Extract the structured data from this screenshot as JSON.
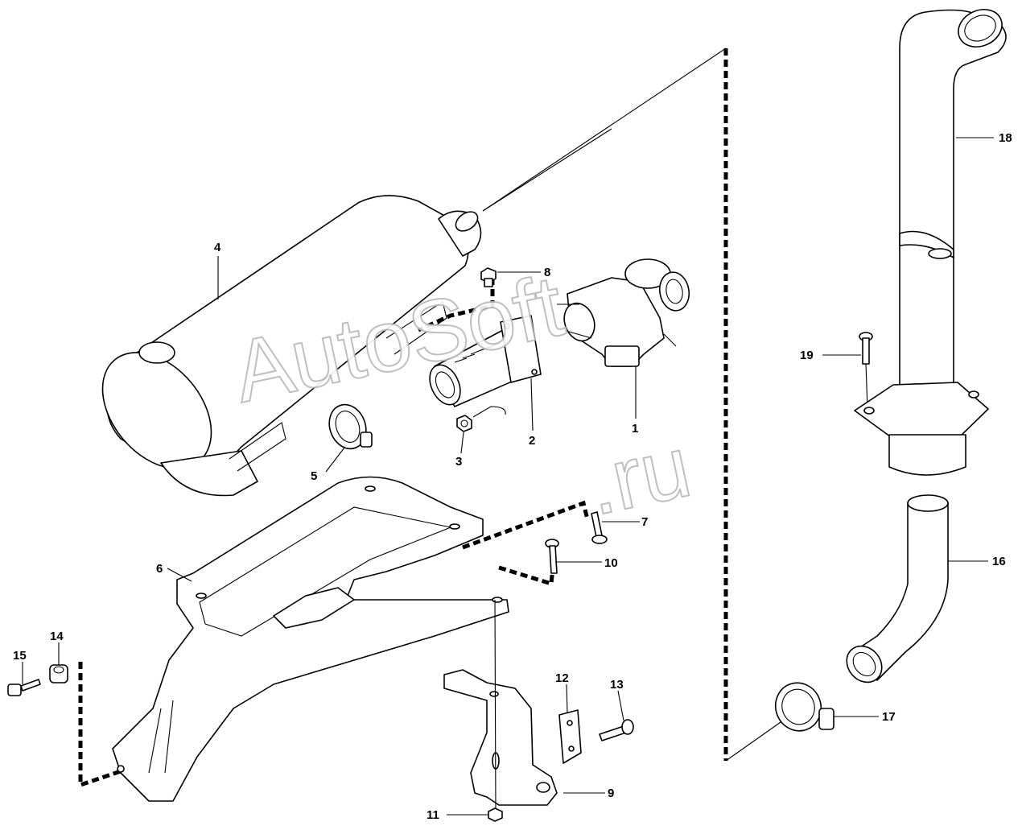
{
  "watermark": {
    "line1": "AutoSoft",
    "line2": ".ru"
  },
  "callouts": {
    "c1": "1",
    "c2": "2",
    "c3": "3",
    "c4": "4",
    "c5": "5",
    "c6": "6",
    "c7": "7",
    "c8": "8",
    "c9": "9",
    "c10": "10",
    "c11": "11",
    "c12": "12",
    "c13": "13",
    "c14": "14",
    "c15": "15",
    "c16": "16",
    "c17": "17",
    "c18": "18",
    "c19": "19"
  }
}
